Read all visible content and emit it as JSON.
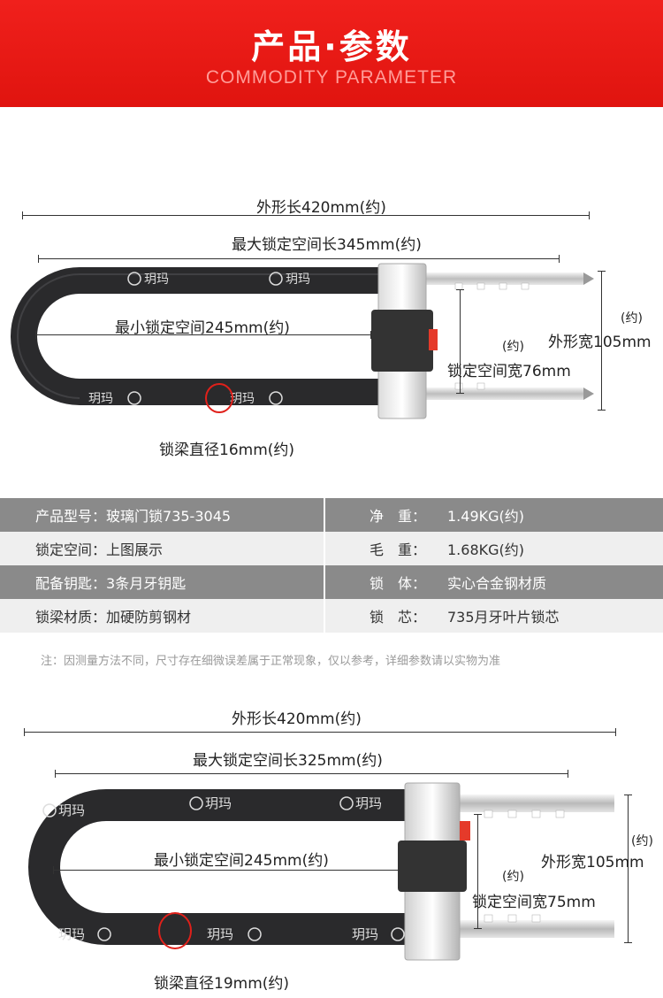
{
  "header": {
    "title": "产品·参数",
    "subtitle": "COMMODITY PARAMETER"
  },
  "brand_label": "玥玛",
  "lock1": {
    "outer_length": "外形长420mm(约)",
    "max_space_length": "最大锁定空间长345mm(约)",
    "min_space": "最小锁定空间245mm(约)",
    "outer_width_approx": "(约)",
    "outer_width": "外形宽105mm",
    "space_width_approx": "(约)",
    "space_width": "锁定空间宽76mm",
    "shackle_diameter": "锁梁直径16mm(约)"
  },
  "specs": {
    "rows": [
      {
        "left_key": "产品型号：",
        "left_val": "玻璃门锁735-3045",
        "right_key": "净　重：",
        "right_val": "1.49KG(约)"
      },
      {
        "left_key": "锁定空间：",
        "left_val": "上图展示",
        "right_key": "毛　重：",
        "right_val": "1.68KG(约)"
      },
      {
        "left_key": "配备钥匙：",
        "left_val": "3条月牙钥匙",
        "right_key": "锁　体：",
        "right_val": "实心合金钢材质"
      },
      {
        "left_key": "锁梁材质：",
        "left_val": "加硬防剪钢材",
        "right_key": "锁　芯：",
        "right_val": "735月牙叶片锁芯"
      }
    ]
  },
  "note": "注：因测量方法不同，尺寸存在细微误差属于正常现象，仅以参考，详细参数请以实物为准",
  "lock2": {
    "outer_length": "外形长420mm(约)",
    "max_space_length": "最大锁定空间长325mm(约)",
    "min_space": "最小锁定空间245mm(约)",
    "outer_width_approx": "(约)",
    "outer_width": "外形宽105mm",
    "space_width_approx": "(约)",
    "space_width": "锁定空间宽75mm",
    "shackle_diameter": "锁梁直径19mm(约)"
  },
  "colors": {
    "header_red": "#e8170f",
    "shackle_black": "#2a2a2c",
    "table_dark": "#8a8a8a",
    "table_light": "#efefef",
    "button_red": "#e53a2a"
  }
}
